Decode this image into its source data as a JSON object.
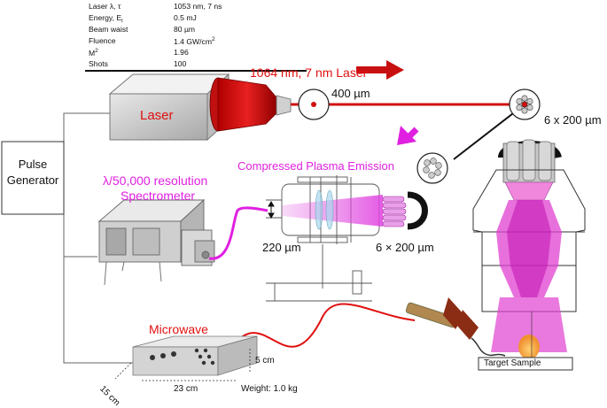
{
  "table": {
    "rows": [
      {
        "key": "Laser λ, τ",
        "value": "1053 nm, 7 ns"
      },
      {
        "key": "Energy, E",
        "key_sub": "l",
        "value": "0.5 mJ"
      },
      {
        "key": "Beam waist",
        "value": "80 µm"
      },
      {
        "key": "Fluence",
        "value": "1.4 GW/cm",
        "value_sup": "2"
      },
      {
        "key": "M",
        "key_sup": "2",
        "value": "1.96"
      },
      {
        "key": "Shots",
        "value": "100"
      }
    ]
  },
  "labels": {
    "laser_arrow": "1064 nm, 7 nm Laser",
    "laser_box": "Laser",
    "fiber_400": "400 µm",
    "fiber_bundle_top": "6 x 200 µm",
    "pulse_generator_line1": "Pulse",
    "pulse_generator_line2": "Generator",
    "spectrometer_line1": "λ/50,000 resolution",
    "spectrometer_line2": "Spectrometer",
    "compressed_plasma": "Compressed Plasma Emission",
    "slit_220": "220 µm",
    "fiber_bundle_mid": "6 × 200 µm",
    "microwave": "Microwave",
    "dim_5cm": "5 cm",
    "dim_23cm": "23 cm",
    "dim_15cm": "15 cm",
    "weight": "Weight: 1.0 kg",
    "target_sample": "Target Sample"
  },
  "colors": {
    "laser_red": "#e01010",
    "plasma_magenta": "#e020e0",
    "cone_pink": "#f07ad8",
    "device_gray": "#d0d0d0"
  }
}
